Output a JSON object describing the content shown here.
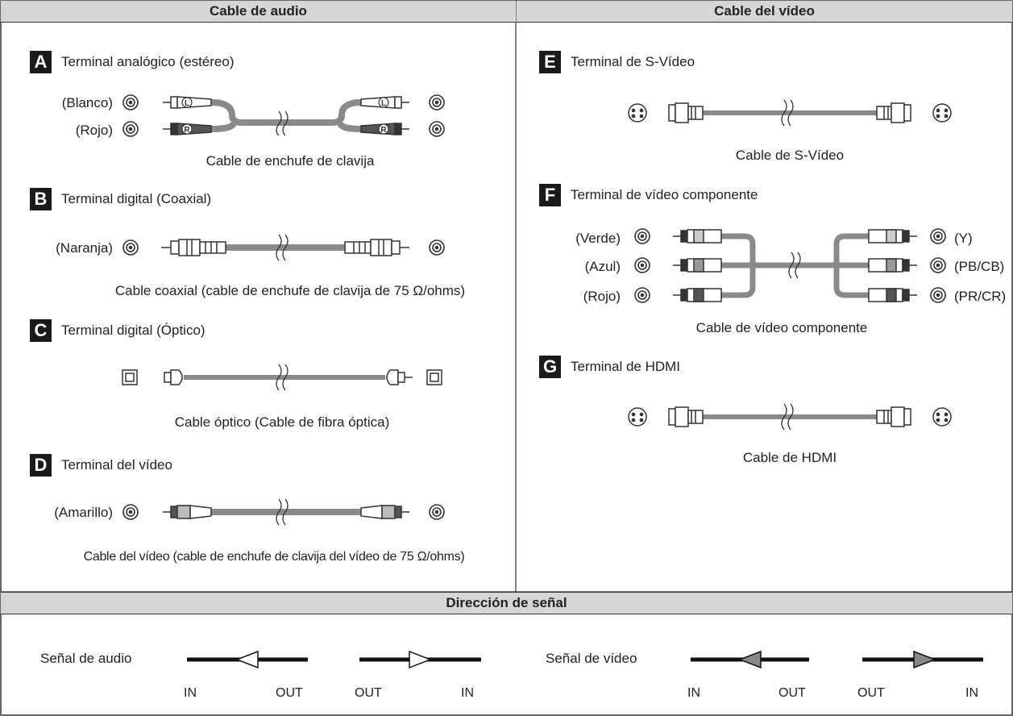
{
  "headers": {
    "audio": "Cable de audio",
    "video": "Cable del vídeo",
    "signal": "Dirección de señal"
  },
  "audio": {
    "A": {
      "badge": "A",
      "title": "Terminal analógico (estéreo)",
      "label_top": "(Blanco)",
      "label_bottom": "(Rojo)",
      "caption": "Cable de enchufe de clavija",
      "plug_top": "L",
      "plug_bottom": "R"
    },
    "B": {
      "badge": "B",
      "title": "Terminal digital (Coaxial)",
      "label": "(Naranja)",
      "caption": "Cable coaxial (cable de enchufe de clavija de 75 Ω/ohms)"
    },
    "C": {
      "badge": "C",
      "title": "Terminal digital (Óptico)",
      "caption": "Cable óptico (Cable de fibra óptica)"
    },
    "D": {
      "badge": "D",
      "title": "Terminal del vídeo",
      "label": "(Amarillo)",
      "caption": "Cable del vídeo (cable de enchufe de clavija del vídeo de 75 Ω/ohms)"
    }
  },
  "video": {
    "E": {
      "badge": "E",
      "title": "Terminal de S-Vídeo",
      "caption": "Cable de S-Vídeo"
    },
    "F": {
      "badge": "F",
      "title": "Terminal de vídeo componente",
      "left_labels": [
        "(Verde)",
        "(Azul)",
        "(Rojo)"
      ],
      "right_labels": [
        "(Y)",
        "(PB/CB)",
        "(PR/CR)"
      ],
      "caption": "Cable de vídeo componente"
    },
    "G": {
      "badge": "G",
      "title": "Terminal de HDMI",
      "caption": "Cable de HDMI"
    }
  },
  "signal": {
    "audio_label": "Señal de audio",
    "video_label": "Señal de vídeo",
    "in": "IN",
    "out": "OUT"
  }
}
